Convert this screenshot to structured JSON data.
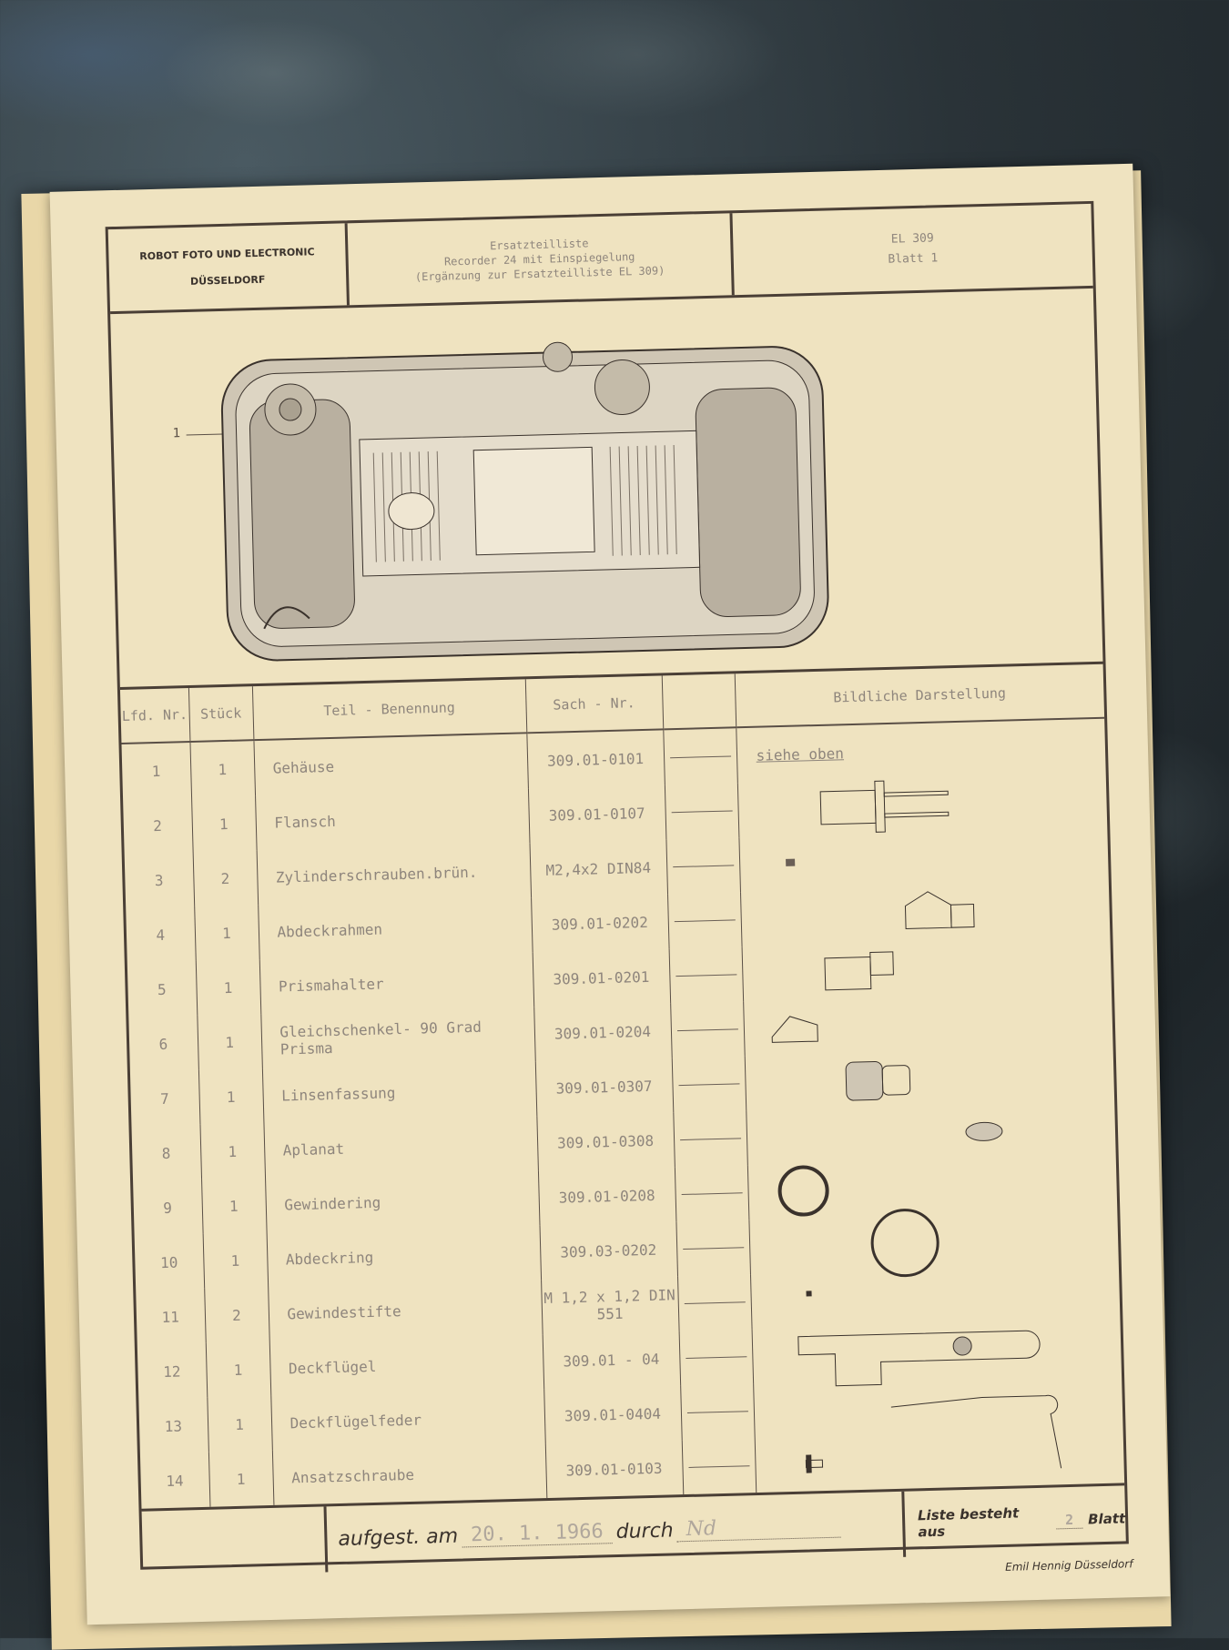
{
  "header": {
    "company": "ROBOT FOTO UND ELECTRONIC",
    "city": "DÜSSELDORF",
    "title": "Ersatzteilliste",
    "subtitle": "Recorder 24 mit Einspiegelung",
    "note": "(Ergänzung zur Ersatzteilliste EL 309)",
    "doc_no": "EL 309",
    "sheet": "Blatt 1"
  },
  "drawing": {
    "callout": "1"
  },
  "table": {
    "columns": [
      "Lfd. Nr.",
      "Stück",
      "Teil - Benennung",
      "Sach - Nr.",
      "",
      "Bildliche Darstellung"
    ],
    "rows": [
      {
        "nr": "1",
        "qty": "1",
        "name": "Gehäuse",
        "part": "309.01-0101",
        "pic": "siehe oben"
      },
      {
        "nr": "2",
        "qty": "1",
        "name": "Flansch",
        "part": "309.01-0107",
        "pic": ""
      },
      {
        "nr": "3",
        "qty": "2",
        "name": "Zylinderschrauben.brün.",
        "part": "M2,4x2 DIN84",
        "pic": ""
      },
      {
        "nr": "4",
        "qty": "1",
        "name": "Abdeckrahmen",
        "part": "309.01-0202",
        "pic": ""
      },
      {
        "nr": "5",
        "qty": "1",
        "name": "Prismahalter",
        "part": "309.01-0201",
        "pic": ""
      },
      {
        "nr": "6",
        "qty": "1",
        "name": "Gleichschenkel- 90 Grad Prisma",
        "part": "309.01-0204",
        "pic": ""
      },
      {
        "nr": "7",
        "qty": "1",
        "name": "Linsenfassung",
        "part": "309.01-0307",
        "pic": ""
      },
      {
        "nr": "8",
        "qty": "1",
        "name": "Aplanat",
        "part": "309.01-0308",
        "pic": ""
      },
      {
        "nr": "9",
        "qty": "1",
        "name": "Gewindering",
        "part": "309.01-0208",
        "pic": ""
      },
      {
        "nr": "10",
        "qty": "1",
        "name": "Abdeckring",
        "part": "309.03-0202",
        "pic": ""
      },
      {
        "nr": "11",
        "qty": "2",
        "name": "Gewindestifte",
        "part": "M 1,2 x 1,2 DIN 551",
        "pic": ""
      },
      {
        "nr": "12",
        "qty": "1",
        "name": "Deckflügel",
        "part": "309.01 - 04",
        "pic": ""
      },
      {
        "nr": "13",
        "qty": "1",
        "name": "Deckflügelfeder",
        "part": "309.01-0404",
        "pic": ""
      },
      {
        "nr": "14",
        "qty": "1",
        "name": "Ansatzschraube",
        "part": "309.01-0103",
        "pic": ""
      }
    ]
  },
  "footer": {
    "prepared_label": "aufgest. am",
    "date": "20. 1. 1966",
    "by_label": "durch",
    "by": "Nd",
    "sheets_label": "Liste besteht aus",
    "sheets": "2",
    "sheets_unit": "Blatt",
    "printer": "Emil Hennig Düsseldorf"
  }
}
